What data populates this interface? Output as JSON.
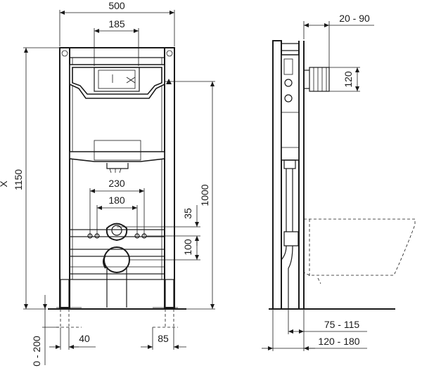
{
  "front_view": {
    "dimensions": {
      "overall_width": "500",
      "flush_plate_width": "185",
      "frame_height": "1150",
      "outlet_height": "1000",
      "bolt_spacing_outer": "230",
      "bolt_spacing_inner": "180",
      "waste_offset": "35",
      "waste_to_bolts": "100",
      "foot_adjust": "0 - 200",
      "foot_width": "40",
      "foot_spacing": "85"
    },
    "partial_label": "X"
  },
  "side_view": {
    "dimensions": {
      "wall_spacing": "20 - 90",
      "pipe_diameter": "120",
      "depth_min": "75 - 115",
      "depth_max": "120 - 180"
    }
  },
  "colors": {
    "line": "#1a1a1a",
    "background": "#ffffff"
  }
}
